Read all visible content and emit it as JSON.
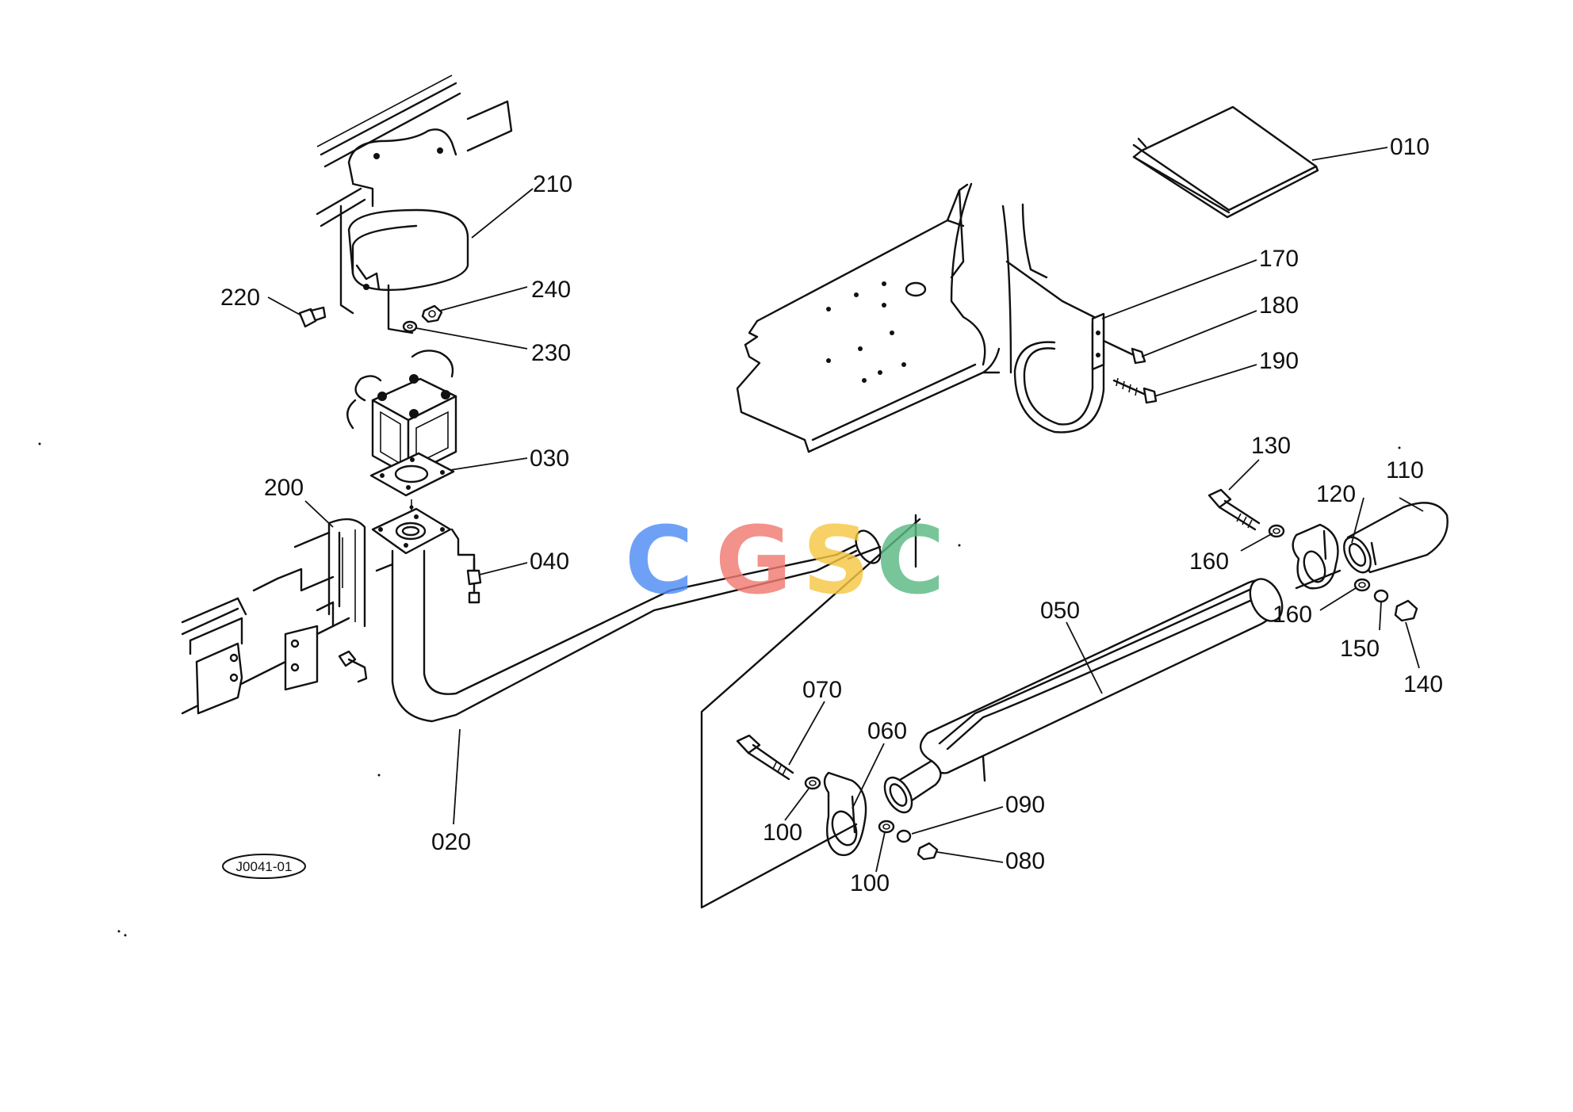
{
  "diagram": {
    "reference_code": "J0041-01",
    "parts": [
      {
        "id": "010",
        "label": "010"
      },
      {
        "id": "020",
        "label": "020"
      },
      {
        "id": "030",
        "label": "030"
      },
      {
        "id": "040",
        "label": "040"
      },
      {
        "id": "050",
        "label": "050"
      },
      {
        "id": "060",
        "label": "060"
      },
      {
        "id": "070",
        "label": "070"
      },
      {
        "id": "080",
        "label": "080"
      },
      {
        "id": "090",
        "label": "090"
      },
      {
        "id": "100a",
        "label": "100"
      },
      {
        "id": "100b",
        "label": "100"
      },
      {
        "id": "110",
        "label": "110"
      },
      {
        "id": "120",
        "label": "120"
      },
      {
        "id": "130",
        "label": "130"
      },
      {
        "id": "140",
        "label": "140"
      },
      {
        "id": "150",
        "label": "150"
      },
      {
        "id": "160a",
        "label": "160"
      },
      {
        "id": "160b",
        "label": "160"
      },
      {
        "id": "170",
        "label": "170"
      },
      {
        "id": "180",
        "label": "180"
      },
      {
        "id": "190",
        "label": "190"
      },
      {
        "id": "200",
        "label": "200"
      },
      {
        "id": "210",
        "label": "210"
      },
      {
        "id": "220",
        "label": "220"
      },
      {
        "id": "230",
        "label": "230"
      },
      {
        "id": "240",
        "label": "240"
      }
    ]
  },
  "watermark": {
    "letters": [
      {
        "char": "C",
        "color": "#4f8df5"
      },
      {
        "char": "G",
        "color": "#f07b72"
      },
      {
        "char": "S",
        "color": "#f6c744"
      },
      {
        "char": "C",
        "color": "#5cb985"
      }
    ]
  }
}
